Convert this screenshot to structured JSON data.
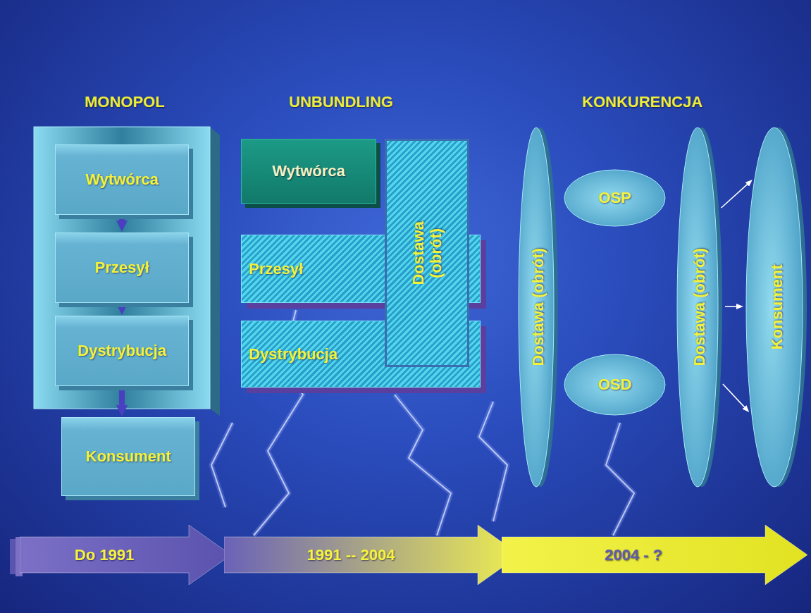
{
  "diagram": {
    "nodes": [
      {
        "text": [
          "Wytwórca"
        ]
      },
      {
        "text": [
          "Przesył"
        ]
      },
      {
        "text": [
          "Dystrybucja"
        ]
      },
      {
        "text": [
          "Konsument"
        ]
      },
      {
        "text": [
          "Wytwórca"
        ]
      },
      {
        "text": [
          "Przesył"
        ]
      },
      {
        "text": [
          "Dystrybucja"
        ]
      },
      {
        "text": [
          "Dostawa (obrót)"
        ]
      },
      {
        "text": [
          "Dostawa (obrót)"
        ]
      },
      {
        "text": [
          "OSP"
        ]
      },
      {
        "text": [
          "OSD"
        ]
      },
      {
        "text": [
          "Dostawa (obrót)"
        ]
      },
      {
        "text": [
          "Konsument"
        ]
      },
      {
        "text": [
          "Do 1991"
        ]
      },
      {
        "text": [
          "1991 -- 2004"
        ]
      },
      {
        "text": [
          "2004 - ?"
        ]
      }
    ],
    "edges": [
      {
        "from": 0,
        "to": 1,
        "arrow": "to"
      },
      {
        "from": 1,
        "to": 2,
        "arrow": "to"
      },
      {
        "from": 2,
        "to": 3,
        "arrow": "to"
      },
      {
        "from": 11,
        "to": 12,
        "arrow": "to"
      },
      {
        "from": 11,
        "to": 12,
        "arrow": "to"
      },
      {
        "from": 11,
        "to": 12,
        "arrow": "to"
      }
    ],
    "labels": [
      "MONOPOL",
      "UNBUNDLING",
      "KONKURENCJA"
    ]
  }
}
